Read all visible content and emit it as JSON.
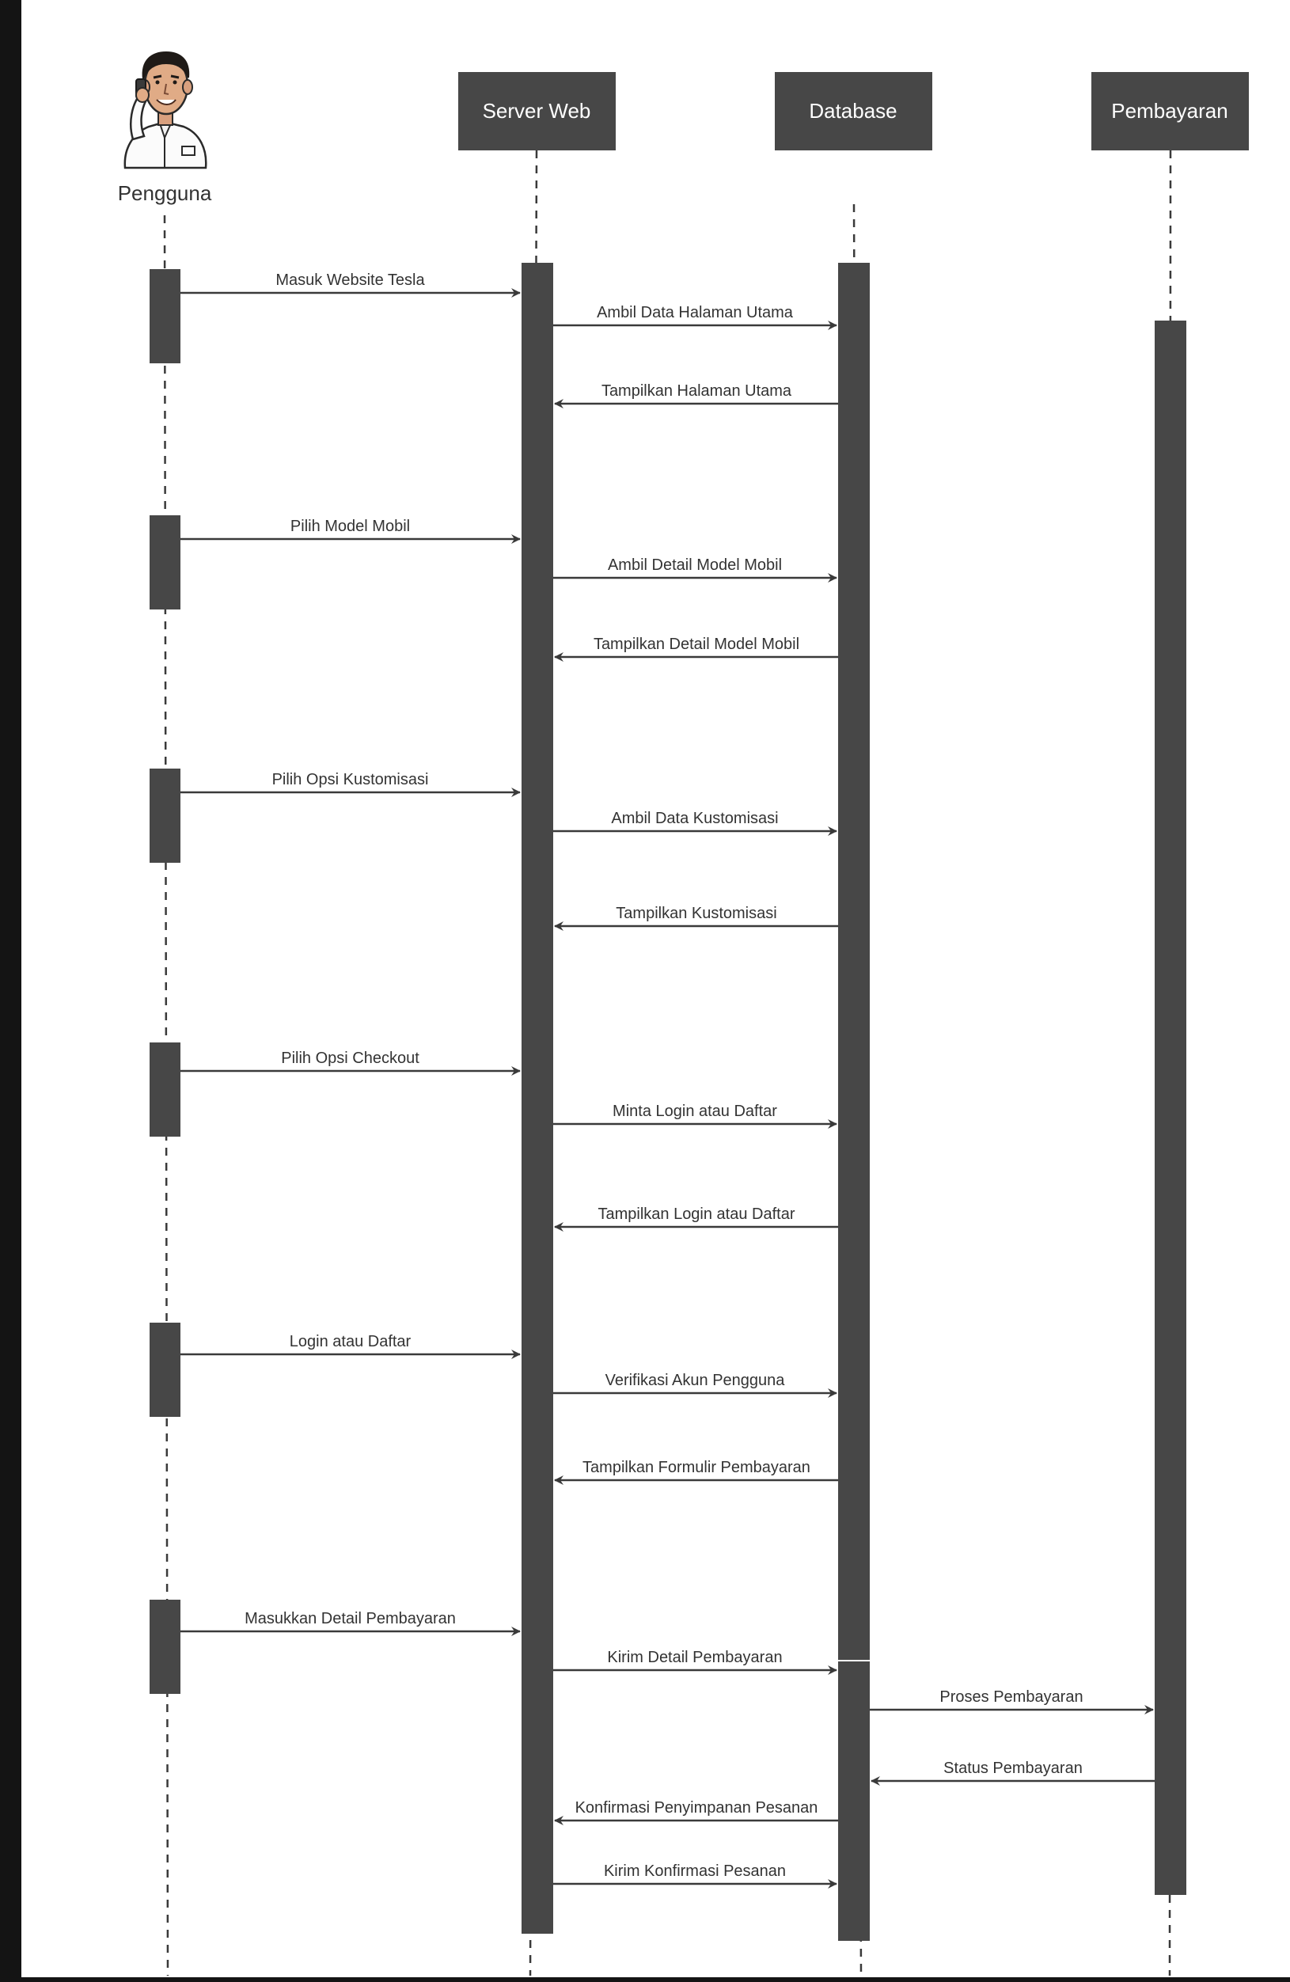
{
  "colors": {
    "box": "#474747",
    "activation": "#474747",
    "line": "#3a3a3a",
    "text": "#333333",
    "frame": "#141414"
  },
  "participants": [
    {
      "id": "user",
      "label": "Pengguna",
      "kind": "actor",
      "icon": "person-on-phone-icon"
    },
    {
      "id": "web",
      "label": "Server Web",
      "kind": "box"
    },
    {
      "id": "db",
      "label": "Database",
      "kind": "box"
    },
    {
      "id": "pay",
      "label": "Pembayaran",
      "kind": "box"
    }
  ],
  "messages": [
    {
      "from": "user",
      "to": "web",
      "label": "Masuk Website Tesla"
    },
    {
      "from": "web",
      "to": "db",
      "label": "Ambil Data Halaman Utama"
    },
    {
      "from": "db",
      "to": "web",
      "label": "Tampilkan Halaman Utama"
    },
    {
      "from": "user",
      "to": "web",
      "label": "Pilih Model Mobil"
    },
    {
      "from": "web",
      "to": "db",
      "label": "Ambil Detail Model Mobil"
    },
    {
      "from": "db",
      "to": "web",
      "label": "Tampilkan Detail Model Mobil"
    },
    {
      "from": "user",
      "to": "web",
      "label": "Pilih Opsi Kustomisasi"
    },
    {
      "from": "web",
      "to": "db",
      "label": "Ambil Data Kustomisasi"
    },
    {
      "from": "db",
      "to": "web",
      "label": "Tampilkan Kustomisasi"
    },
    {
      "from": "user",
      "to": "web",
      "label": "Pilih Opsi Checkout"
    },
    {
      "from": "web",
      "to": "db",
      "label": "Minta Login atau Daftar"
    },
    {
      "from": "db",
      "to": "web",
      "label": "Tampilkan Login atau Daftar"
    },
    {
      "from": "user",
      "to": "web",
      "label": "Login atau Daftar"
    },
    {
      "from": "web",
      "to": "db",
      "label": "Verifikasi Akun Pengguna"
    },
    {
      "from": "db",
      "to": "web",
      "label": "Tampilkan Formulir Pembayaran"
    },
    {
      "from": "user",
      "to": "web",
      "label": "Masukkan Detail Pembayaran"
    },
    {
      "from": "web",
      "to": "db",
      "label": "Kirim Detail Pembayaran"
    },
    {
      "from": "db",
      "to": "pay",
      "label": "Proses Pembayaran"
    },
    {
      "from": "pay",
      "to": "db",
      "label": "Status Pembayaran"
    },
    {
      "from": "db",
      "to": "web",
      "label": "Konfirmasi Penyimpanan Pesanan"
    },
    {
      "from": "web",
      "to": "db",
      "label": "Kirim Konfirmasi Pesanan"
    }
  ]
}
